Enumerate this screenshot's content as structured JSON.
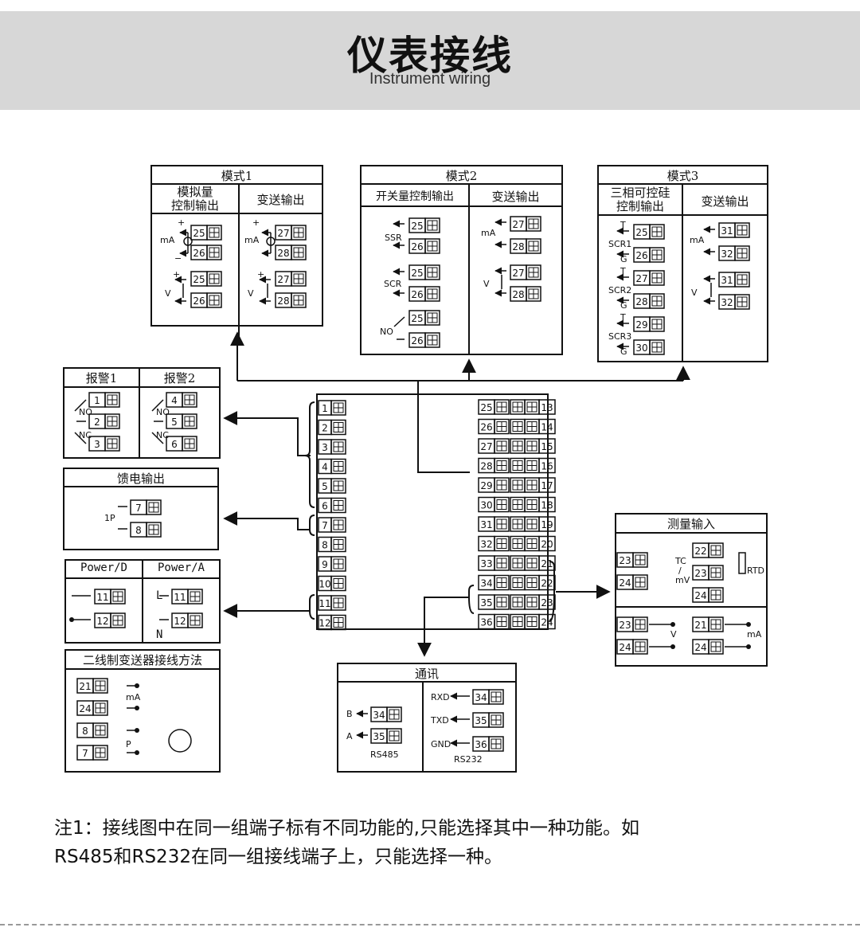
{
  "header": {
    "title_cn": "仪表接线",
    "title_en": "Instrument wiring"
  },
  "mode1": {
    "title": "模式1",
    "col1_line1": "模拟量",
    "col1_line2": "控制输出",
    "col2": "变送输出",
    "t25": "25",
    "t26": "26",
    "t27": "27",
    "t28": "28",
    "ma": "mA",
    "v": "V",
    "plus": "+",
    "minus": "−"
  },
  "mode2": {
    "title": "模式2",
    "col1": "开关量控制输出",
    "col2": "变送输出",
    "ssr": "SSR",
    "scr": "SCR",
    "no": "NO",
    "t25": "25",
    "t26": "26",
    "t27": "27",
    "t28": "28",
    "ma": "mA",
    "v": "V"
  },
  "mode3": {
    "title": "模式3",
    "col1_line1": "三相可控硅",
    "col1_line2": "控制输出",
    "col2": "变送输出",
    "scr1": "SCR1",
    "scr2": "SCR2",
    "scr3": "SCR3",
    "t": "T",
    "g": "G",
    "t25": "25",
    "t26": "26",
    "t27": "27",
    "t28": "28",
    "t29": "29",
    "t30": "30",
    "t31": "31",
    "t32": "32",
    "ma": "mA",
    "v": "V"
  },
  "alarm": {
    "col1": "报警1",
    "col2": "报警2",
    "no": "NO",
    "nc": "NC",
    "t1": "1",
    "t2": "2",
    "t3": "3",
    "t4": "4",
    "t5": "5",
    "t6": "6"
  },
  "feed": {
    "title": "馈电输出",
    "label": "1P",
    "t7": "7",
    "t8": "8"
  },
  "power": {
    "col1": "Power/D",
    "col2": "Power/A",
    "t11": "11",
    "t12": "12",
    "l": "L",
    "n": "N"
  },
  "twowire": {
    "title": "二线制变送器接线方法",
    "t21": "21",
    "t24": "24",
    "t8": "8",
    "t7": "7",
    "ma": "mA",
    "p": "P"
  },
  "measure": {
    "title": "测量输入",
    "tc": "TC",
    "slash": "/",
    "mv": "mV",
    "rtd": "RTD",
    "v": "V",
    "ma": "mA",
    "t21": "21",
    "t22": "22",
    "t23": "23",
    "t24": "24"
  },
  "comm": {
    "title": "通讯",
    "b": "B",
    "a": "A",
    "rs485": "RS485",
    "rs232": "RS232",
    "rxd": "RXD",
    "txd": "TXD",
    "gnd": "GND",
    "t34": "34",
    "t35": "35",
    "t36": "36"
  },
  "main": {
    "left": [
      "1",
      "2",
      "3",
      "4",
      "5",
      "6",
      "7",
      "8",
      "9",
      "10",
      "11",
      "12"
    ],
    "right_inner": [
      "25",
      "26",
      "27",
      "28",
      "29",
      "30",
      "31",
      "32",
      "33",
      "34",
      "35",
      "36"
    ],
    "right_outer": [
      "13",
      "14",
      "15",
      "16",
      "17",
      "18",
      "19",
      "20",
      "21",
      "22",
      "23",
      "24"
    ]
  },
  "note": {
    "line1": "注1：接线图中在同一组端子标有不同功能的,只能选择其中一种功能。如",
    "line2": "RS485和RS232在同一组接线端子上，只能选择一种。"
  }
}
